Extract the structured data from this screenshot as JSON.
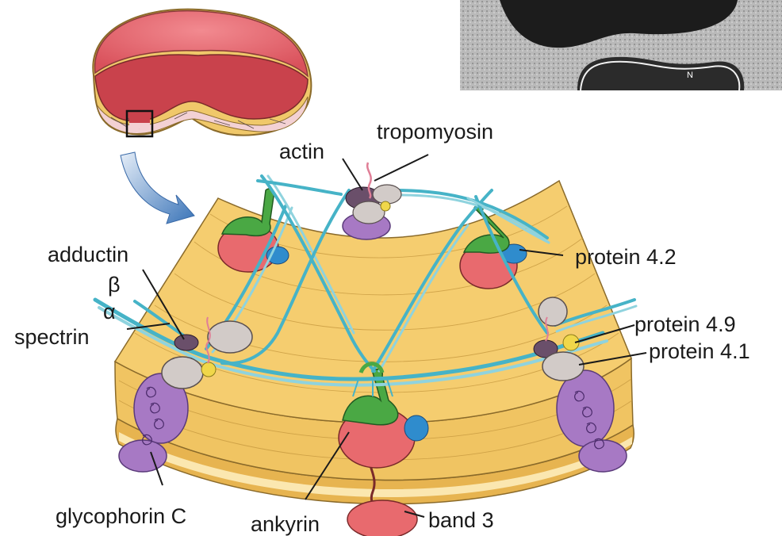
{
  "labels": {
    "tropomyosin": "tropomyosin",
    "actin": "actin",
    "adductin": "adductin",
    "beta": "β",
    "alpha": "α",
    "spectrin": "spectrin",
    "protein_4_2": "protein 4.2",
    "protein_4_9": "protein 4.9",
    "protein_4_1": "protein 4.1",
    "glycophorin_c": "glycophorin C",
    "ankyrin": "ankyrin",
    "band_3": "band 3"
  },
  "micrograph": {
    "nucleus_label": "N"
  },
  "colors": {
    "membrane": "#f2c766",
    "membrane_stripe": "#fbe7b0",
    "rbc_outer": "#e8606a",
    "rbc_inner": "#c94a55",
    "band3": "#e86a6e",
    "ankyrin": "#4aa844",
    "protein42": "#2f8ccd",
    "spectrin_a": "#46b3c7",
    "spectrin_b": "#8fd3de",
    "glycophorin": "#a779c4",
    "actin": "#6a4f6a",
    "protein41": "#d2cbc8",
    "protein49": "#f0d74a",
    "tropomyosin": "#e07f97"
  }
}
